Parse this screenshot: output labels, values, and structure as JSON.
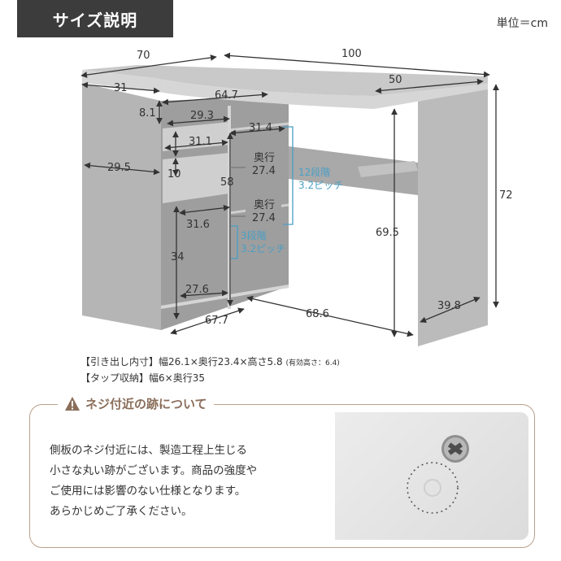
{
  "header": {
    "title": "サイズ説明",
    "unit": "単位＝cm"
  },
  "dimensions": {
    "d70": "70",
    "d100": "100",
    "d31": "31",
    "d50": "50",
    "d64_7": "64.7",
    "d8_1": "8.1",
    "d29_3": "29.3",
    "d31_4": "31.4",
    "d31_1": "31.1",
    "d10": "10",
    "d29_5": "29.5",
    "d58": "58",
    "d72": "72",
    "d31_6": "31.6",
    "d34": "34",
    "d27_6": "27.6",
    "d69_5": "69.5",
    "d39_8": "39.8",
    "d67_7": "67.7",
    "d68_6": "68.6",
    "depth_label": "奥行",
    "depth_upper": "27.4",
    "depth_lower": "27.4",
    "pitch12_a": "12段階",
    "pitch12_b": "3.2ピッチ",
    "pitch3_a": "3段階",
    "pitch3_b": "3.2ピッチ"
  },
  "specs": {
    "drawer": "【引き出し内寸】幅26.1×奥行23.4×高さ5.8",
    "drawer_note": "(有効高さ：6.4)",
    "tap": "【タップ収納】幅6×奥行35"
  },
  "notice": {
    "heading": "ネジ付近の跡について",
    "lines": [
      "側板のネジ付近には、製造工程上生じる",
      "小さな丸い跡がございます。商品の強度や",
      "ご使用には影響のない仕様となります。",
      "あらかじめご了承ください。"
    ]
  },
  "colors": {
    "accent": "#8a6d5a",
    "dimension_blue": "#4a9fc4",
    "title_bg": "#3c3c3c"
  }
}
